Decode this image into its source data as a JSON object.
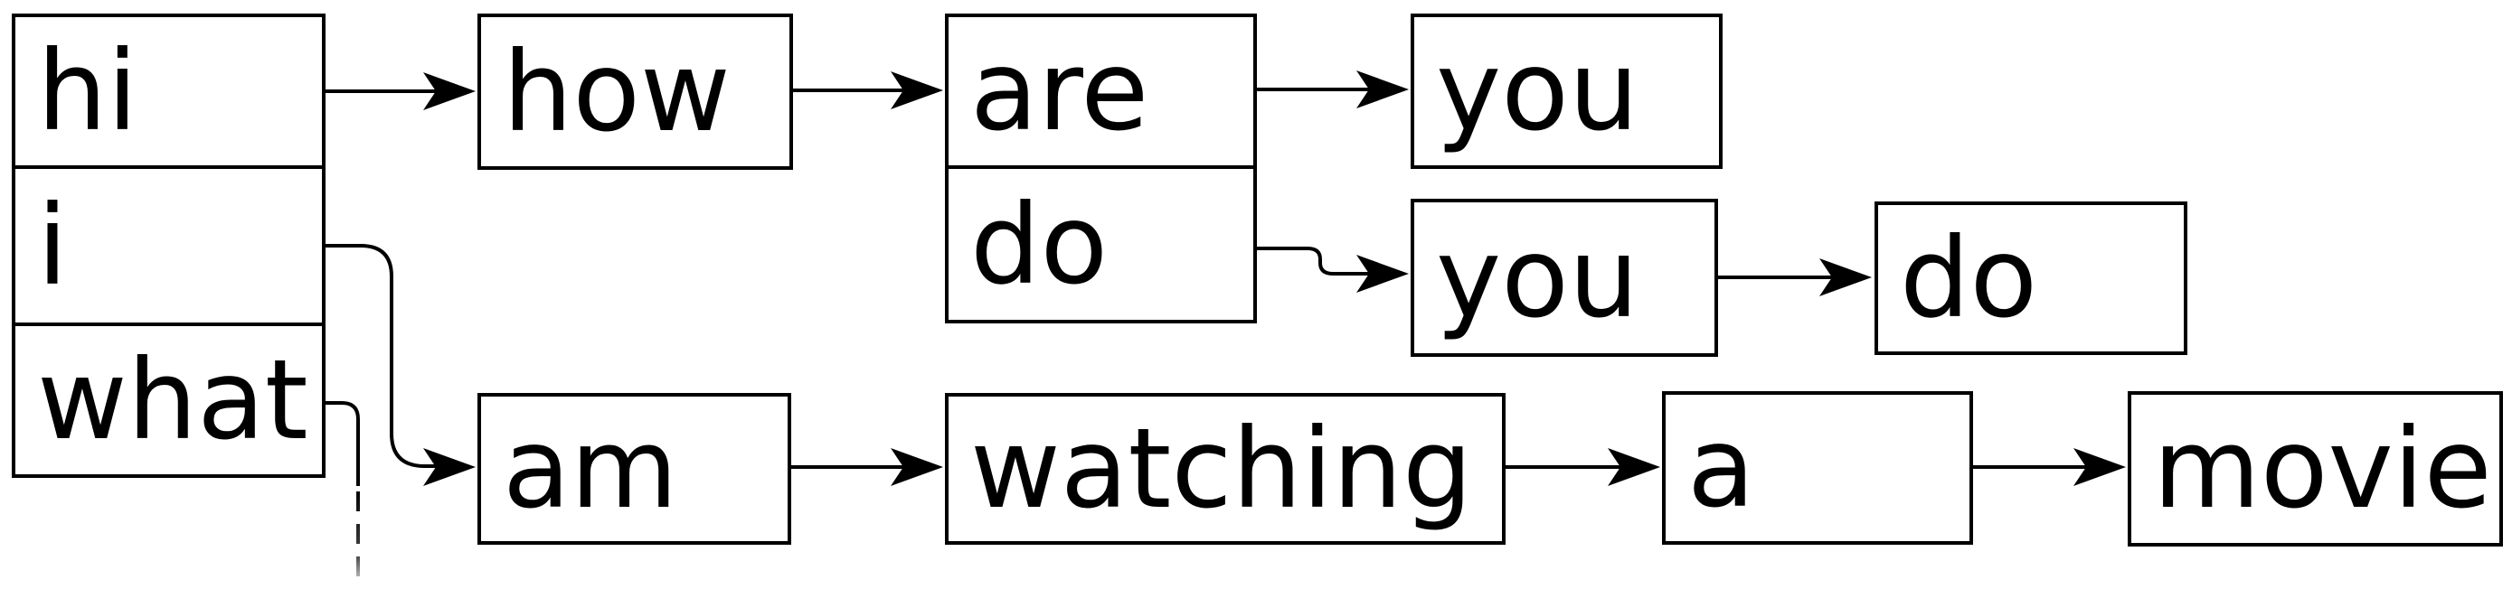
{
  "diagram": {
    "type": "word-lattice",
    "background_color": "#ffffff",
    "line_color": "#000000",
    "nodes": {
      "start_stack": {
        "items": [
          "hi",
          "i",
          "what"
        ]
      },
      "how": {
        "label": "how"
      },
      "are_do_stack": {
        "items": [
          "are",
          "do"
        ]
      },
      "you_top": {
        "label": "you"
      },
      "you_mid": {
        "label": "you"
      },
      "do_right": {
        "label": "do"
      },
      "am": {
        "label": "am"
      },
      "watching": {
        "label": "watching"
      },
      "a": {
        "label": "a"
      },
      "movie": {
        "label": "movie"
      }
    },
    "edges": [
      {
        "from": "hi",
        "to": "how",
        "style": "arrow"
      },
      {
        "from": "how",
        "to": "are",
        "style": "arrow"
      },
      {
        "from": "are",
        "to": "you_top",
        "style": "arrow"
      },
      {
        "from": "do",
        "to": "you_mid",
        "style": "arrow-jog"
      },
      {
        "from": "you_mid",
        "to": "do_right",
        "style": "arrow"
      },
      {
        "from": "i",
        "to": "am",
        "style": "arrow-curve"
      },
      {
        "from": "what",
        "to": "",
        "style": "dashed-truncated"
      },
      {
        "from": "am",
        "to": "watching",
        "style": "arrow"
      },
      {
        "from": "watching",
        "to": "a",
        "style": "arrow"
      },
      {
        "from": "a",
        "to": "movie",
        "style": "arrow"
      }
    ]
  }
}
